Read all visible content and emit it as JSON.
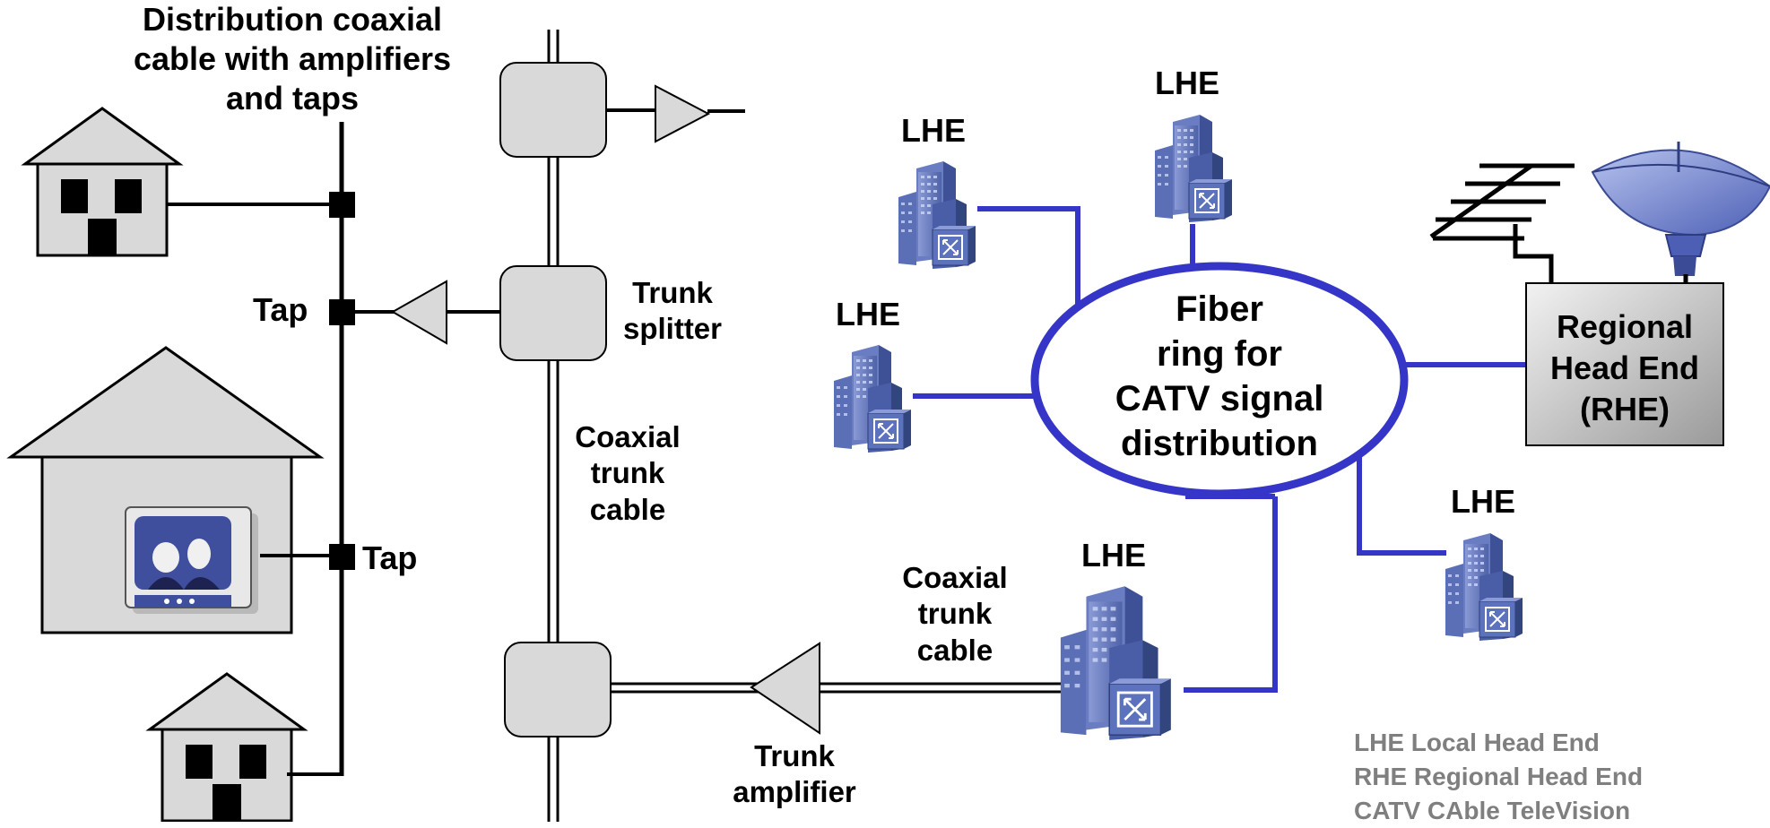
{
  "diagram": {
    "distribution_label": [
      "Distribution coaxial",
      "cable with amplifiers",
      "and taps"
    ],
    "tap_label_upper": "Tap",
    "tap_label_lower": "Tap",
    "trunk_splitter_label": [
      "Trunk",
      "splitter"
    ],
    "coax_trunk_label_vertical": [
      "Coaxial",
      "trunk",
      "cable"
    ],
    "coax_trunk_label_horizontal": [
      "Coaxial",
      "trunk",
      "cable"
    ],
    "trunk_amplifier_label": [
      "Trunk",
      "amplifier"
    ],
    "fiber_ring_label": [
      "Fiber",
      "ring for",
      "CATV signal",
      "distribution"
    ],
    "rhe_label": [
      "Regional",
      "Head End",
      "(RHE)"
    ],
    "lhe_labels": [
      "LHE",
      "LHE",
      "LHE",
      "LHE",
      "LHE"
    ]
  },
  "legend": [
    "LHE Local Head End",
    "RHE Regional Head End",
    "CATV CAble TeleVision"
  ],
  "colors": {
    "fiber_blue": "#3535c8",
    "building_blue": "#5a6fb0",
    "box_gray": "#d9d9d9",
    "legend_gray": "#7f7f7f"
  }
}
